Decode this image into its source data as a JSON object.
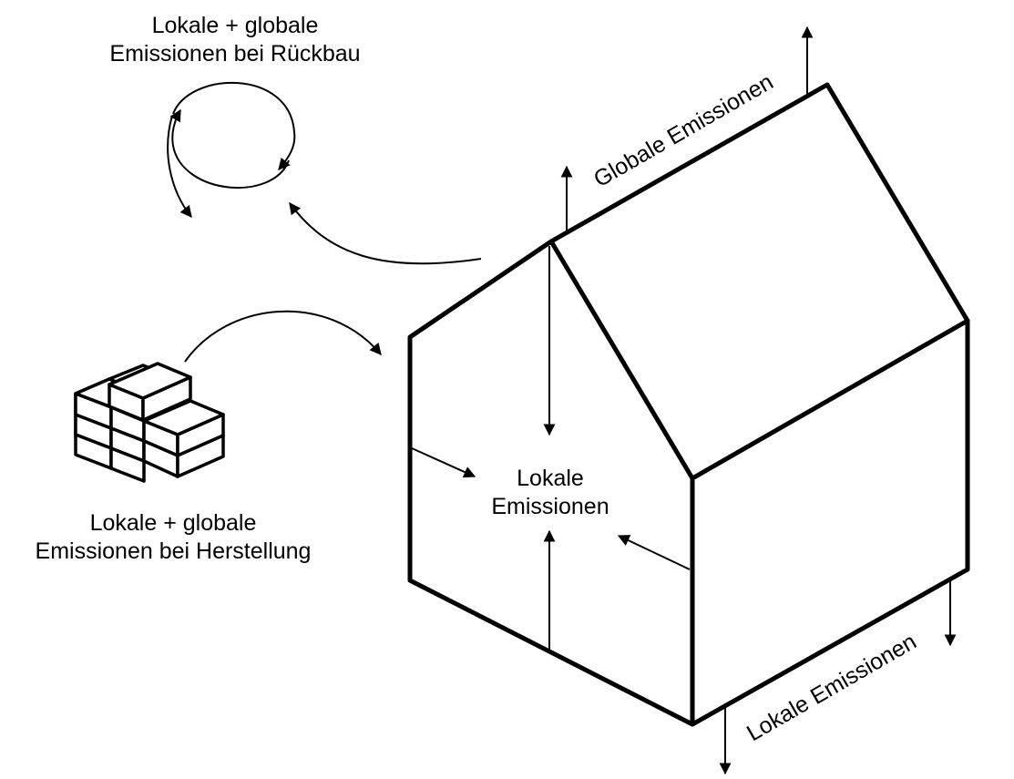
{
  "labels": {
    "recycling_line1": "Lokale + globale",
    "recycling_line2": "Emissionen bei Rückbau",
    "production_line1": "Lokale + globale",
    "production_line2": "Emissionen bei Herstellung",
    "center_line1": "Lokale",
    "center_line2": "Emissionen",
    "roof": "Globale Emissionen",
    "bottom": "Lokale Emissionen"
  },
  "icons": {
    "house": "house-outline-icon",
    "bricks": "brick-stack-icon",
    "cycle": "circular-cycle-arrows-icon"
  },
  "colors": {
    "stroke": "#000000",
    "background": "#ffffff"
  }
}
